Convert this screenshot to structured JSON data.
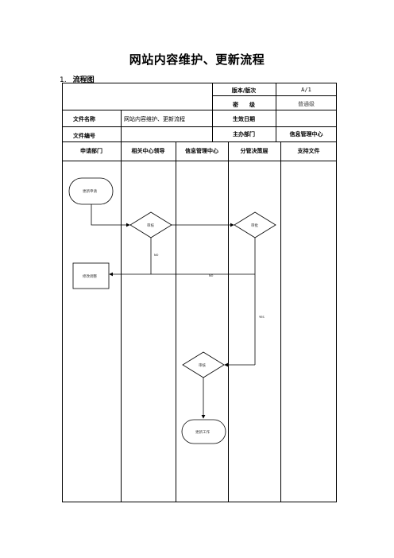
{
  "doc": {
    "title": "网站内容维护、更新流程",
    "section_number": "1.",
    "section_title": "流程图"
  },
  "header_table": {
    "version_label": "版本/版次",
    "version_value": "A/1",
    "secret_label": "密　　级",
    "secret_value": "普通级",
    "filename_label": "文件名称",
    "filename_value": "网站内容维护、更新流程",
    "effective_label": "生效日期",
    "effective_value": "",
    "fileno_label": "文件编号",
    "fileno_value": "",
    "dept_label": "主办部门",
    "dept_value": "信息管理中心"
  },
  "lanes": [
    "申请部门",
    "相关中心领导",
    "信息管理中心",
    "分管决策层",
    "支持文件"
  ],
  "nodes": {
    "start": "更新申请",
    "review1": "审核",
    "review2": "审批",
    "modify": "修改调整",
    "review3": "审核",
    "end": "更新工作"
  },
  "edge_labels": {
    "no1": "NO",
    "no2": "NO",
    "yes": "YES"
  }
}
